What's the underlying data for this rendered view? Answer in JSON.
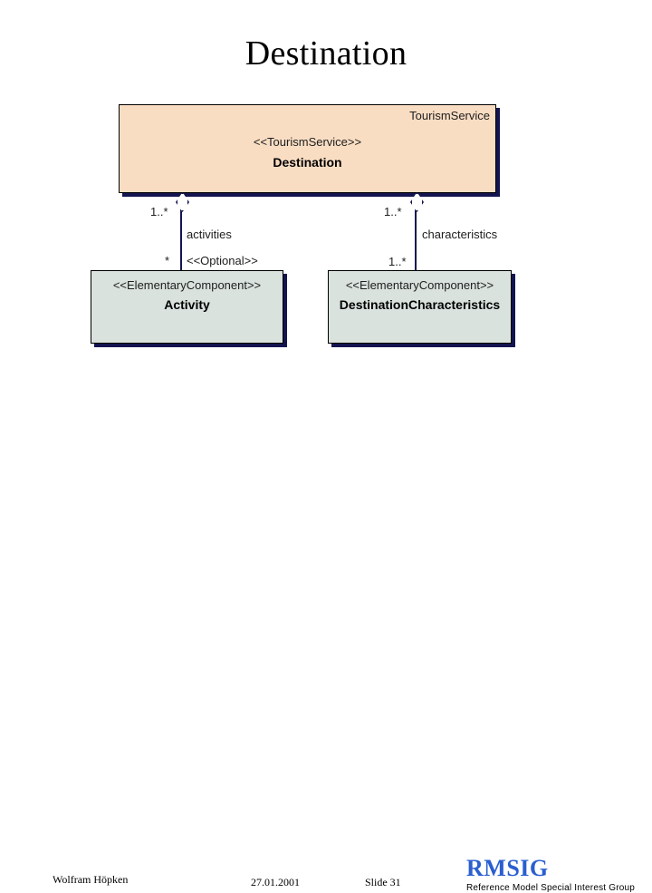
{
  "slide": {
    "title": "Destination",
    "background_color": "#ffffff"
  },
  "diagram": {
    "type": "uml-class-diagram",
    "classes": [
      {
        "id": "destination",
        "package": "TourismService",
        "stereotype": "<<TourismService>>",
        "name": "Destination",
        "fill_color": "#f9ddc3",
        "shadow_color": "#141450"
      },
      {
        "id": "activity",
        "package": "",
        "stereotype": "<<ElementaryComponent>>",
        "name": "Activity",
        "fill_color": "#d9e2dd",
        "shadow_color": "#141450"
      },
      {
        "id": "destination-characteristics",
        "package": "",
        "stereotype": "<<ElementaryComponent>>",
        "name": "DestinationCharacteristics",
        "fill_color": "#d9e2dd",
        "shadow_color": "#141450"
      }
    ],
    "associations": [
      {
        "id": "activities",
        "kind": "aggregation",
        "label": "activities",
        "source_multiplicity": "1..*",
        "target_multiplicity": "*",
        "target_stereotype": "<<Optional>>",
        "line_color": "#141450"
      },
      {
        "id": "characteristics",
        "kind": "aggregation",
        "label": "characteristics",
        "source_multiplicity": "1..*",
        "target_multiplicity": "1..*",
        "target_stereotype": "",
        "line_color": "#141450"
      }
    ]
  },
  "footer": {
    "author": "Wolfram Höpken",
    "date": "27.01.2001",
    "slide_number": "Slide 31",
    "logo": "RMSIG",
    "logo_tagline": "Reference Model Special Interest Group",
    "logo_color": "#2b5fd0"
  }
}
